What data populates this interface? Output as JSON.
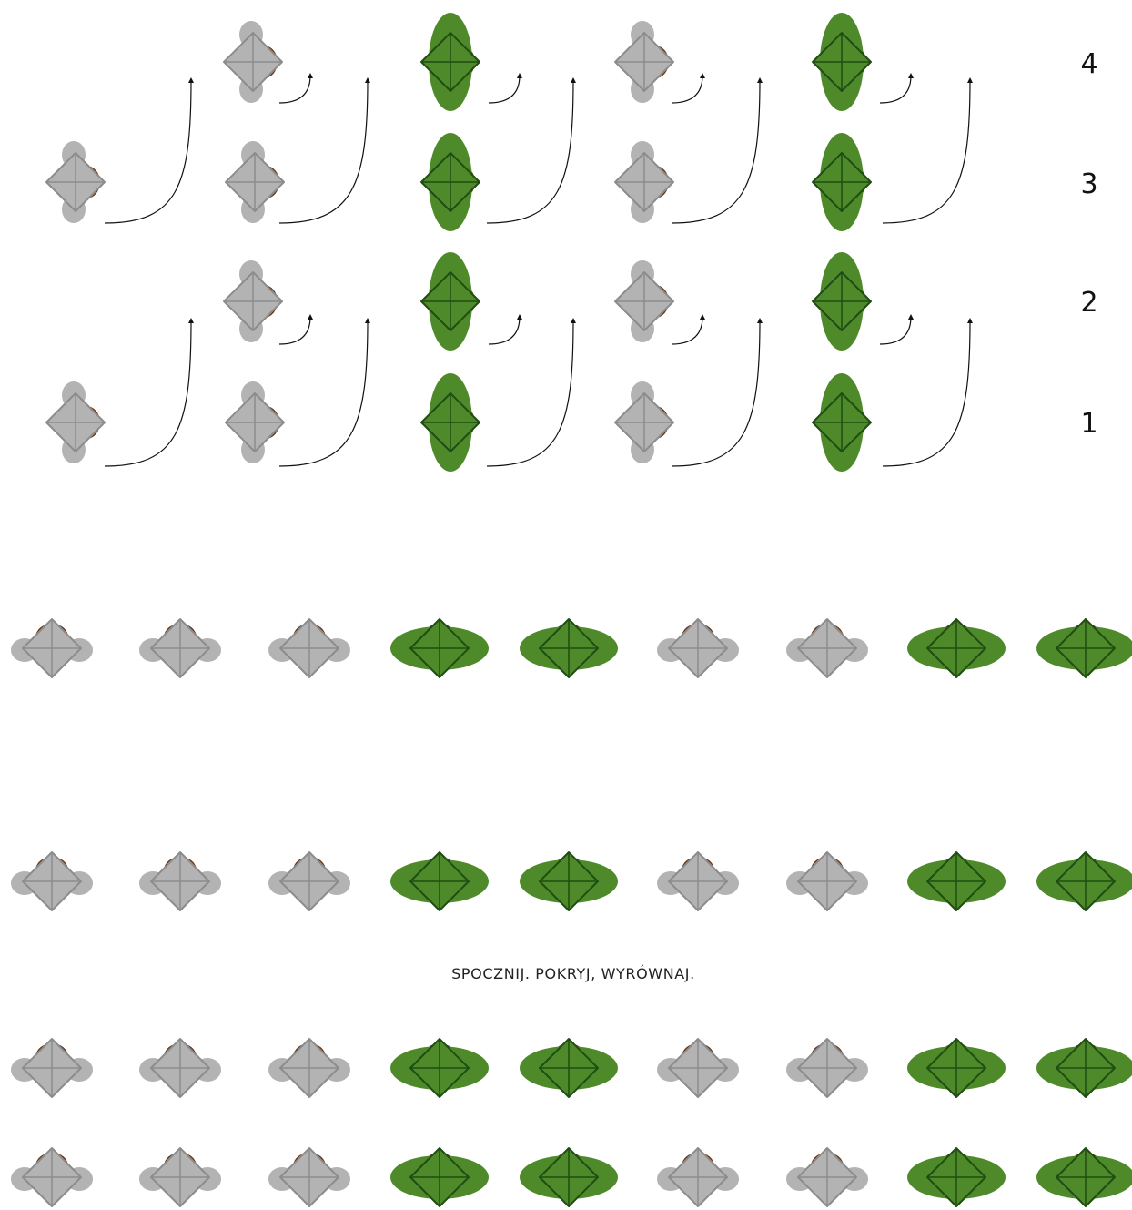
{
  "colors": {
    "gray_body": "#b3b3b3",
    "gray_outline": "#8c8c8c",
    "green_body": "#4e8a2a",
    "green_outline": "#1f4d12",
    "head": "#6b3410",
    "arrow": "#111111"
  },
  "upper_diagram": {
    "rank_labels": [
      "4",
      "3",
      "2",
      "1"
    ],
    "figure_kinds": [
      "gray-soldier",
      "green-soldier"
    ],
    "motion_icon": "curved-arrow-icon",
    "ranks": [
      {
        "label": "4",
        "figures": [
          "gray",
          "green",
          "gray",
          "green"
        ]
      },
      {
        "label": "3",
        "figures": [
          "gray",
          "gray",
          "green",
          "gray",
          "green"
        ]
      },
      {
        "label": "2",
        "figures": [
          "gray",
          "green",
          "gray",
          "green"
        ]
      },
      {
        "label": "1",
        "figures": [
          "gray",
          "gray",
          "green",
          "gray",
          "green"
        ]
      }
    ]
  },
  "lower_diagram": {
    "caption": "SPOCZNIJ. POKRYJ, WYRÓWNAJ.",
    "row_pattern": [
      "gray",
      "gray",
      "gray",
      "green",
      "green",
      "gray",
      "gray",
      "green",
      "green"
    ],
    "rows": 4
  }
}
